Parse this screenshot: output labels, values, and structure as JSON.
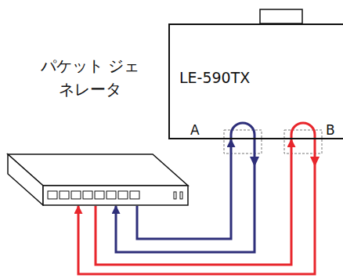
{
  "diagram": {
    "nodes": [
      {
        "text": [
          "LE-590TX"
        ]
      },
      {
        "text": [
          "パケット ジェネレータ"
        ]
      }
    ],
    "edges": [
      {
        "from": 1,
        "to": 0,
        "arrow": "to"
      },
      {
        "from": 0,
        "to": 1,
        "arrow": "to"
      },
      {
        "from": 1,
        "to": 0,
        "arrow": "to"
      },
      {
        "from": 0,
        "to": 1,
        "arrow": "to"
      }
    ],
    "labels": [
      "A",
      "B"
    ]
  }
}
